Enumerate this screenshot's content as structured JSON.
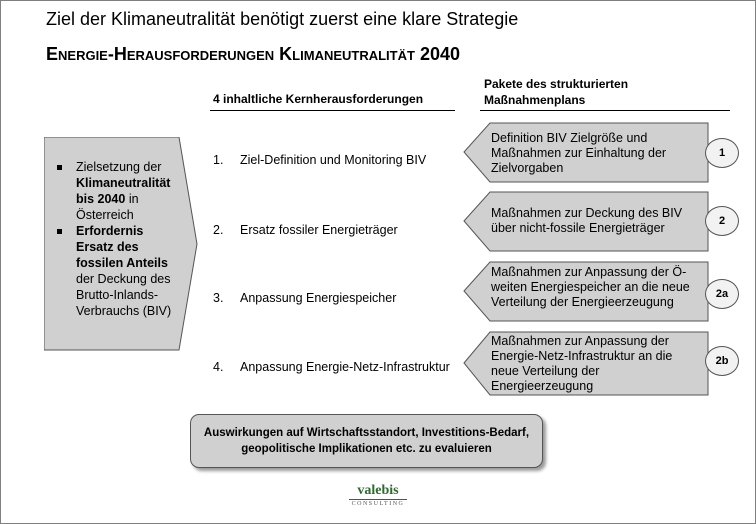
{
  "title": "Ziel der Klimaneutralität benötigt zuerst eine klare Strategie",
  "subtitle": "Energie-Herausforderungen Klimaneutralität 2040",
  "headers": {
    "challenges": "4 inhaltliche Kernherausforderungen",
    "packages": "Pakete des strukturierten Maßnahmenplans"
  },
  "left_box": {
    "bullet1": {
      "pre": "Zielsetzung der ",
      "bold": "Klimaneutralität bis 2040",
      "post": " in Österreich"
    },
    "bullet2": {
      "bold": "Erfordernis Ersatz des fossilen Anteils",
      "post": " der Deckung des Brutto-Inlands-Verbrauchs (BIV)"
    }
  },
  "challenges": [
    {
      "num": "1.",
      "label": "Ziel-Definition und Monitoring BIV"
    },
    {
      "num": "2.",
      "label": "Ersatz fossiler Energieträger"
    },
    {
      "num": "3.",
      "label": "Anpassung Energiespeicher"
    },
    {
      "num": "4.",
      "label": "Anpassung Energie-Netz-Infrastruktur"
    }
  ],
  "packages": [
    {
      "badge": "1",
      "text": "Definition BIV Zielgröße und Maßnahmen zur Einhaltung der Zielvorgaben"
    },
    {
      "badge": "2",
      "text": "Maßnahmen zur Deckung des BIV über nicht-fossile Energieträger"
    },
    {
      "badge": "2a",
      "text": "Maßnahmen zur Anpassung der Ö-weiten Energiespeicher an die neue Verteilung der Energieerzeugung"
    },
    {
      "badge": "2b",
      "text": "Maßnahmen zur Anpassung der Energie-Netz-Infrastruktur an die neue Verteilung der Energieerzeugung"
    }
  ],
  "bottom_box": {
    "line1": "Auswirkungen auf Wirtschaftsstandort, Investitions-Bedarf,",
    "line2": "geopolitische Implikationen etc. zu evaluieren"
  },
  "logo": {
    "name": "valebis",
    "sub": "CONSULTING"
  },
  "colors": {
    "box_fill": "#d0d0d0",
    "logo_green": "#2f6a2f"
  }
}
